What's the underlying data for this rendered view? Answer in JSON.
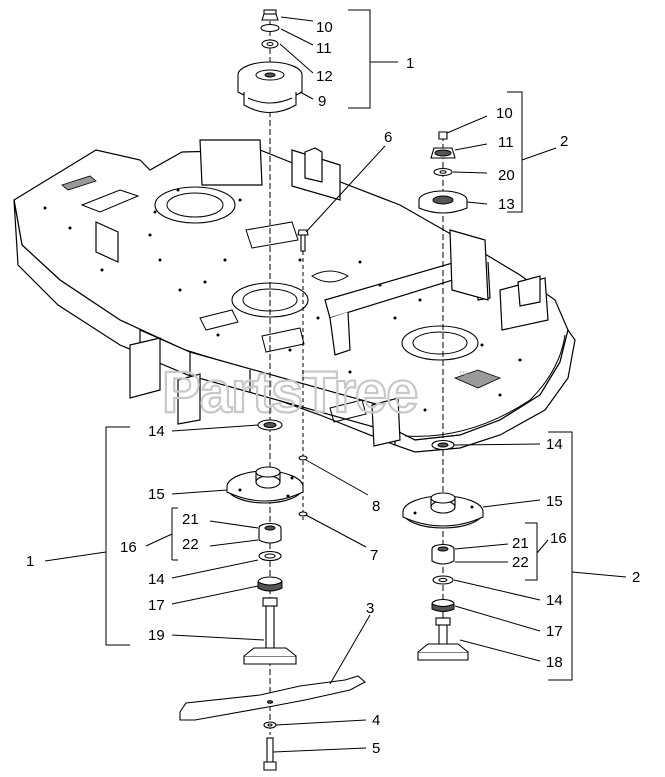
{
  "watermark": "PartsTree",
  "watermark_mark": "™",
  "callouts": {
    "c10a": "10",
    "c11a": "11",
    "c12": "12",
    "c9": "9",
    "g1_top": "1",
    "c6": "6",
    "c10b": "10",
    "c11b": "11",
    "c20": "20",
    "c13": "13",
    "g2_top": "2",
    "c14a": "14",
    "c15a": "15",
    "c21a": "21",
    "c22a": "22",
    "c16a": "16",
    "c14b": "14",
    "c17a": "17",
    "c19": "19",
    "g1_left": "1",
    "c8": "8",
    "c7": "7",
    "c3": "3",
    "c4": "4",
    "c5": "5",
    "c14c": "14",
    "c15b": "15",
    "c21b": "21",
    "c22b": "22",
    "c16b": "16",
    "c14d": "14",
    "c17b": "17",
    "c18": "18",
    "g2_right": "2"
  }
}
